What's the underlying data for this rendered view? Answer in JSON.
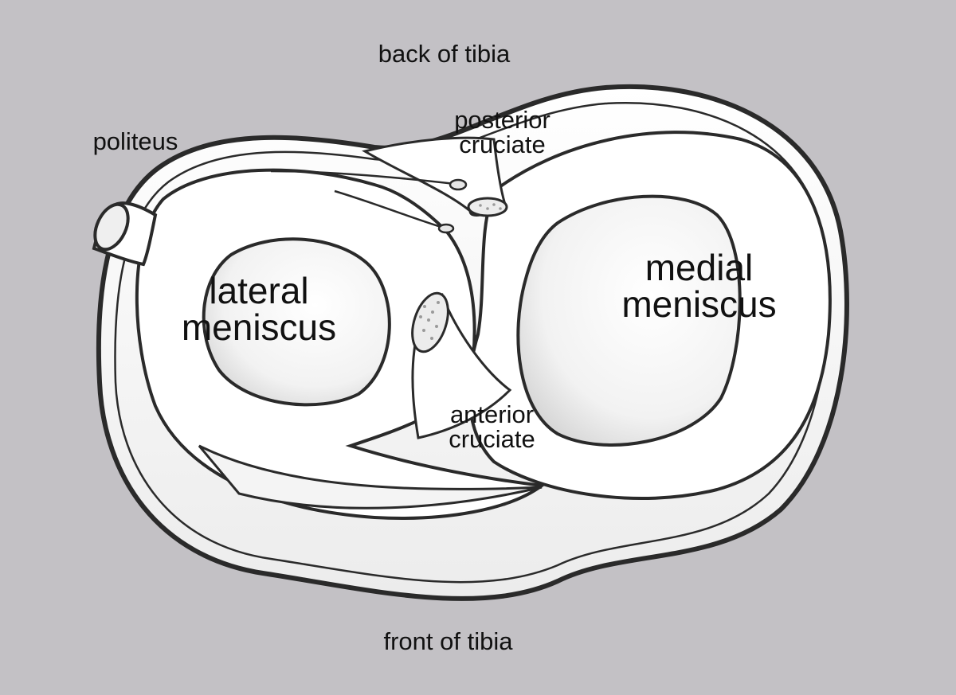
{
  "labels": {
    "back": "back of tibia",
    "front": "front of tibia",
    "popliteus": "politeus",
    "posterior": [
      "posterior",
      "cruciate"
    ],
    "anterior": [
      "anterior",
      "cruciate"
    ],
    "lateral": [
      "lateral",
      "meniscus"
    ],
    "medial": [
      "medial",
      "meniscus"
    ]
  },
  "colors": {
    "background": "#c3c1c5",
    "outline": "#2a2a2a",
    "fill": "#ffffff",
    "shade": "#e4e4e4"
  }
}
